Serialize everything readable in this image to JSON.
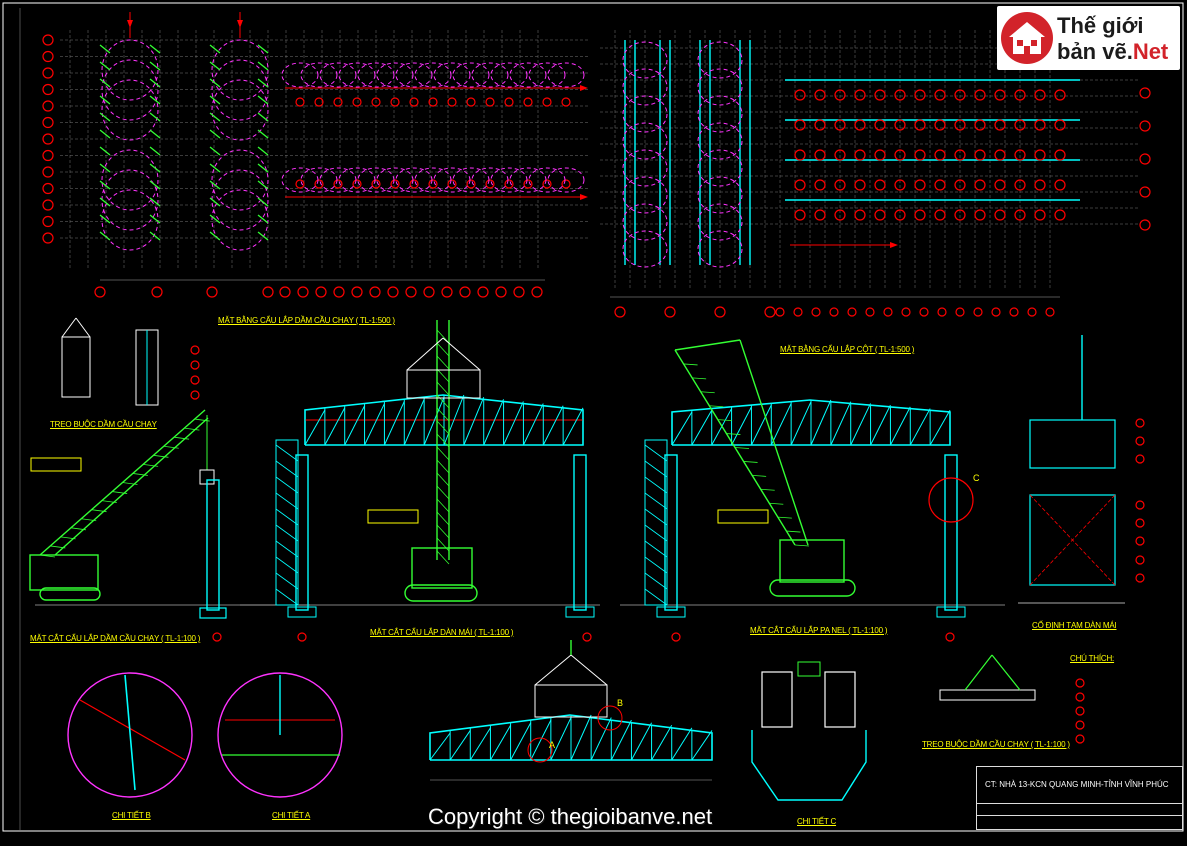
{
  "drawing": {
    "labels": {
      "crane_beam_plan": "MẶT BẰNG CẨU LẮP DẦM CẦU CHẠY ( TL-1:500 )",
      "column_plan": "MẶT BẰNG CẨU LẮP CỘT ( TL-1:500 )",
      "tie_beam_top": "TREO BUỘC DẦM CẦU CHẠY",
      "section_crane_beam": "MẶT CẮT CẨU LẮP DẦM CẦU CHẠY ( TL-1:100 )",
      "section_roof_truss": "MẶT CẮT CẨU LẮP DÀN MÁI ( TL-1:100 )",
      "section_panel": "MẶT CẮT CẨU LẮP PA NEL ( TL-1:100 )",
      "temp_fix_truss": "CỐ ĐỊNH TẠM DÀN MÁI",
      "notes": "CHÚ THÍCH:",
      "tie_beam_bottom": "TREO BUỘC DẦM CẦU CHẠY ( TL-1:100 )",
      "detail_b": "CHI TIẾT B",
      "detail_a": "CHI TIẾT A",
      "detail_c": "CHI TIẾT C",
      "marker_a": "A",
      "marker_b": "B",
      "marker_c": "C"
    },
    "title_block": {
      "project": "CT: NHÀ 13-KCN QUANG MINH-TỈNH VĨNH PHÚC"
    },
    "logo": {
      "line1": "Thế giới",
      "line2": "bản vẽ.",
      "line2_accent": "Net"
    },
    "watermark": "Copyright © thegioibanve.net"
  }
}
